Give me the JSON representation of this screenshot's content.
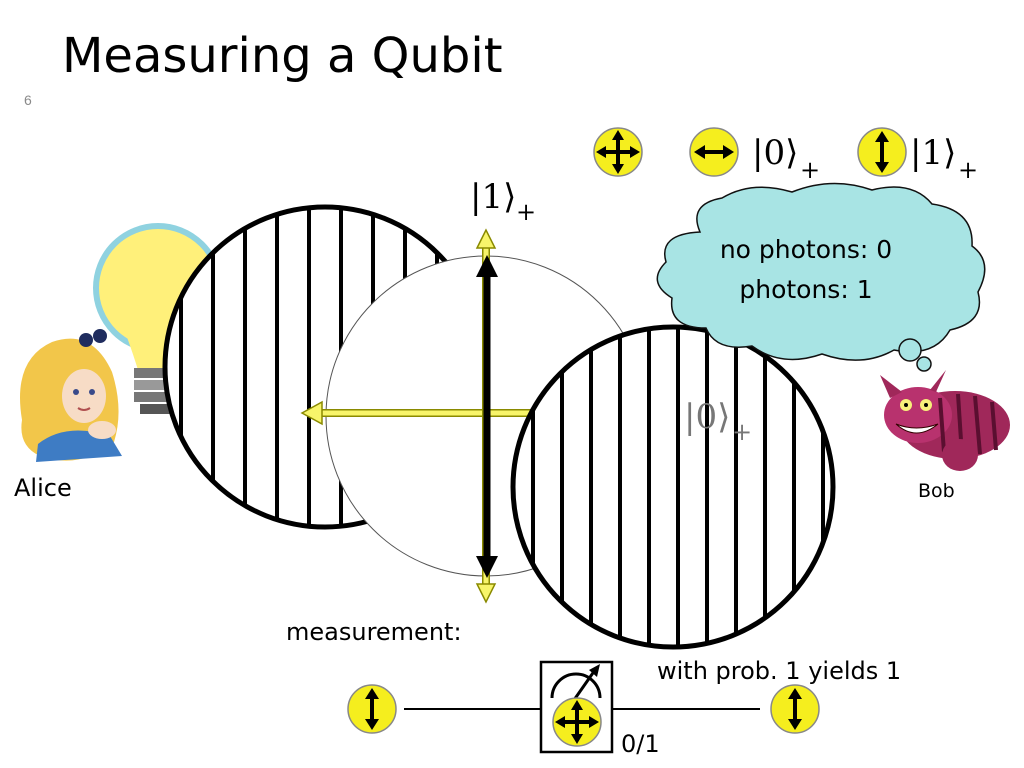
{
  "slide": {
    "title": "Measuring a Qubit",
    "number": "6"
  },
  "labels": {
    "alice": "Alice",
    "bob": "Bob",
    "measurement": "measurement:",
    "result": "with prob. 1 yields 1",
    "outcome": "0/1"
  },
  "legend": {
    "ket0": "|0⟩",
    "ket1": "|1⟩",
    "subscript": "+"
  },
  "diagram": {
    "ket1": "|1⟩",
    "ket0": "|0⟩",
    "subscript": "+"
  },
  "thought_bubble": {
    "line1": "no photons: 0",
    "line2": "photons: 1"
  },
  "colors": {
    "badge_yellow": "#f5ee1e",
    "arrow_yellow": "#f8f56a",
    "bubble": "#a8e4e4",
    "bulb": "#fff07a",
    "cat": "#a0285a"
  },
  "icons": [
    "both-polarization-icon",
    "horizontal-polarization-icon",
    "vertical-polarization-icon",
    "light-bulb-icon",
    "alice-icon",
    "cheshire-cat-icon",
    "meter-icon"
  ]
}
